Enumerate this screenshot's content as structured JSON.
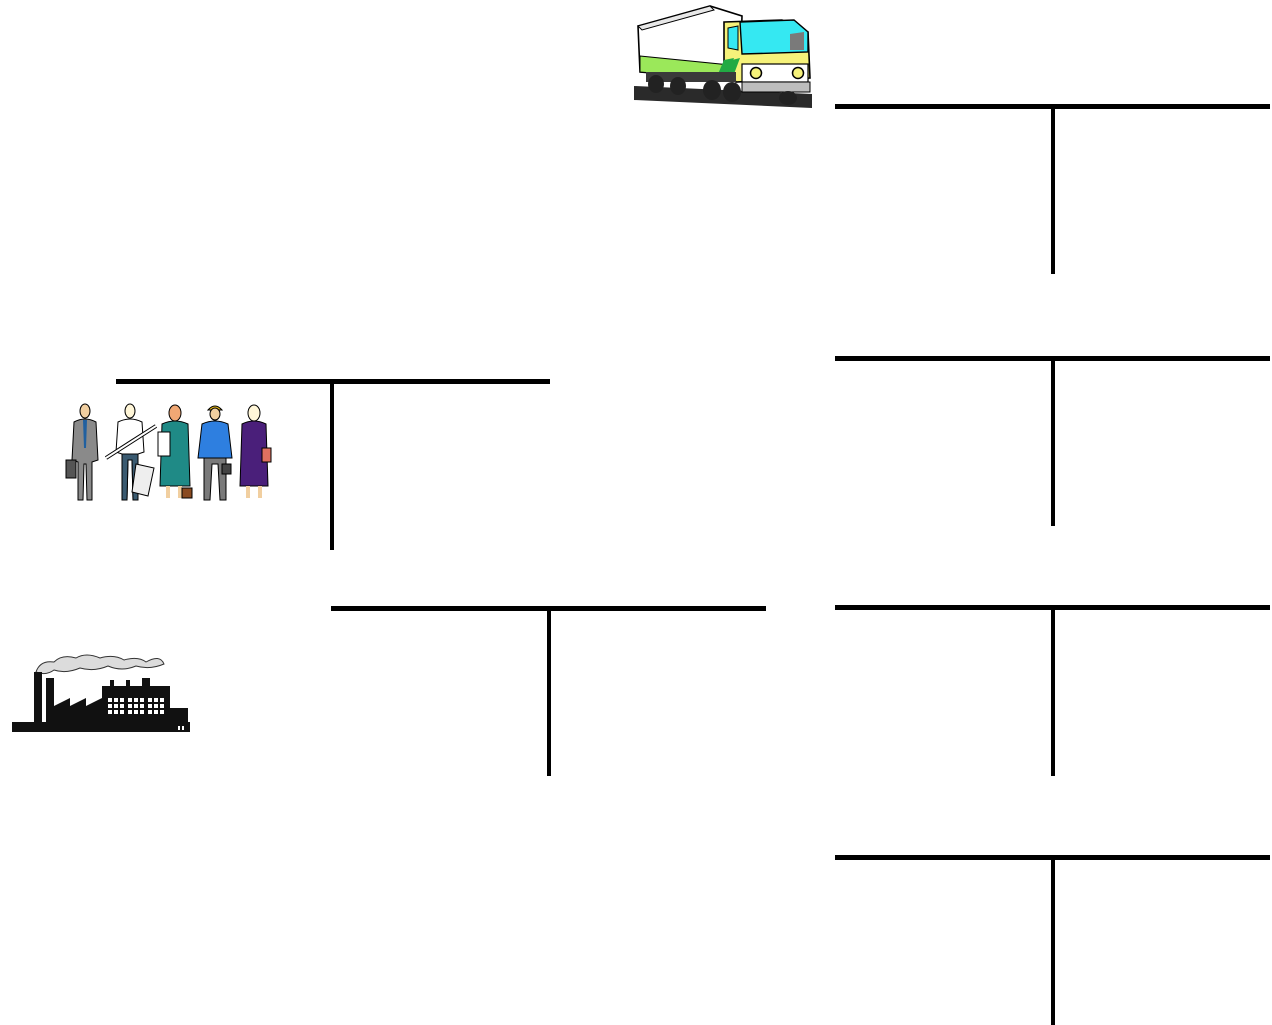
{
  "diagram": {
    "kind": "t-account-worksheet",
    "line_color": "#000000",
    "accounts": [
      {
        "id": "right-1",
        "debit": "",
        "credit": ""
      },
      {
        "id": "right-2",
        "debit": "",
        "credit": ""
      },
      {
        "id": "right-3",
        "debit": "",
        "credit": ""
      },
      {
        "id": "right-4",
        "debit": "",
        "credit": ""
      },
      {
        "id": "left-upper",
        "debit": "",
        "credit": ""
      },
      {
        "id": "left-lower",
        "debit": "",
        "credit": ""
      }
    ],
    "clipart": [
      {
        "name": "truck-icon"
      },
      {
        "name": "people-group-icon"
      },
      {
        "name": "factory-icon"
      }
    ]
  }
}
